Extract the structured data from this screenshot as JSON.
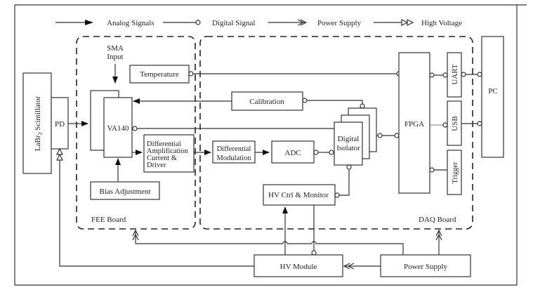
{
  "legend": {
    "analog": "Analog Signals",
    "digital": "Digital Signal",
    "power": "Power Supply",
    "hv": "High Voltage"
  },
  "boards": {
    "fee": "FEE Board",
    "daq": "DAQ  Board"
  },
  "blocks": {
    "scintillator": "LaBr",
    "scintillator_sub": "3",
    "scintillator_rest": " Scintillator",
    "pd": "PD",
    "sma_line1": "SMA",
    "sma_line2": "Input",
    "temperature": "Temperature",
    "va140": "VA140",
    "calibration": "Calibration",
    "diff_amp_1": "Differential",
    "diff_amp_2": "Amplification",
    "diff_amp_3": "Current &",
    "diff_amp_4": "Driver",
    "bias": "Bias Adjustment",
    "diff_mod_1": "Differential",
    "diff_mod_2": "Modulation",
    "adc": "ADC",
    "isolator_1": "Digital",
    "isolator_2": "Isolator",
    "hv_ctrl": "HV Ctrl & Monitor",
    "fpga": "FPGA",
    "uart": "UART",
    "usb": "USB",
    "trigger": "Trigger",
    "pc": "PC",
    "hv_module": "HV Module",
    "power_supply": "Power Supply"
  }
}
